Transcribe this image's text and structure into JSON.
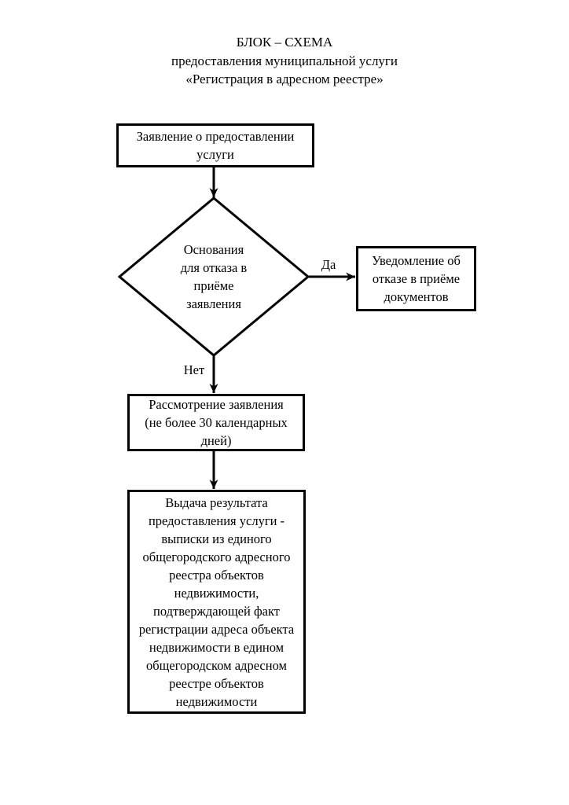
{
  "page": {
    "background_color": "#ffffff",
    "ink_color": "#000000"
  },
  "title": {
    "line1": "БЛОК – СХЕМА",
    "line2": "предоставления муниципальной услуги",
    "line3": "«Регистрация в адресном реестре»"
  },
  "flowchart": {
    "nodes": {
      "application": "Заявление о предоставлении\nуслуги",
      "decision": "Основания\nдля отказа в\nприёме\nзаявления",
      "refusal_notice": "Уведомление об\nотказе в приёме\nдокументов",
      "review": "Рассмотрение заявления\n(не более 30 календарных\nдней)",
      "result": "Выдача результата\nпредоставления услуги -\nвыписки из единого\nобщегородского адресного\nреестра объектов\nнедвижимости,\nподтверждающей факт\nрегистрации адреса объекта\nнедвижимости в едином\nобщегородском адресном\nреестре объектов\nнедвижимости"
    },
    "edge_labels": {
      "yes": "Да",
      "no": "Нет"
    }
  }
}
